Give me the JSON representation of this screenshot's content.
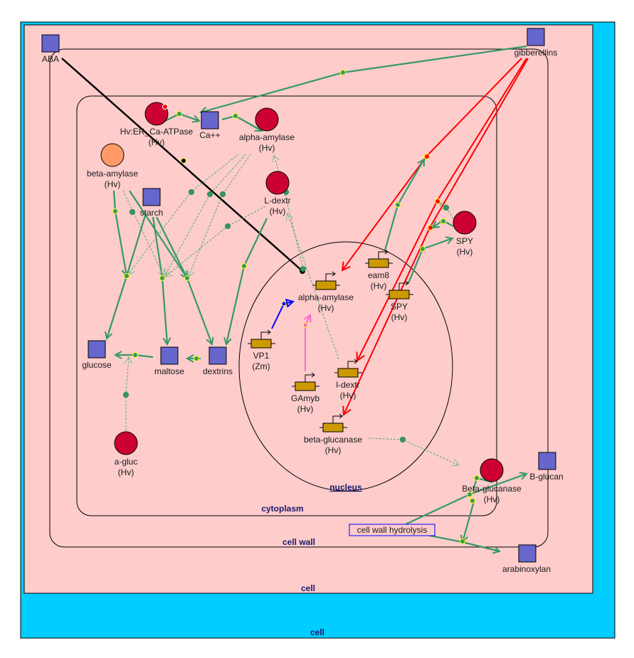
{
  "colors": {
    "outer_compartment": "#00ccff",
    "inner_compartment": "#ffcccc",
    "simple_molecule": "#6666cc",
    "protein": "#cc0033",
    "protein_beta_amylase": "#ff9966",
    "gene": "#cc9900",
    "reaction_green": "#339966",
    "inhibition_red": "#ff0000",
    "aba_link": "#000000",
    "vp1_link": "#0000ff",
    "gamyb_link": "#ff66cc",
    "compartment_label": "#1a1a6e",
    "phenotype_border": "#0000ff"
  },
  "compartments": {
    "outer_cell": "cell",
    "inner_cell": "cell",
    "cell_wall": "cell wall",
    "cytoplasm": "cytoplasm",
    "nucleus": "nucleus"
  },
  "molecules": {
    "aba": "ABA",
    "gibberellins": "gibberellins",
    "ca": "Ca++",
    "starch": "starch",
    "glucose": "glucose",
    "maltose": "maltose",
    "dextrins": "dextrins",
    "b_glucan": "B-glucan",
    "arabinoxylan": "arabinoxylan"
  },
  "proteins": {
    "er_ca_atpase": {
      "name": "Hv:ER_Ca-ATPase",
      "species": "(Hv)"
    },
    "alpha_amylase": {
      "name": "alpha-amylase",
      "species": "(Hv)"
    },
    "beta_amylase": {
      "name": "beta-amylase",
      "species": "(Hv)"
    },
    "l_dextr": {
      "name": "L-dextr",
      "species": "(Hv)"
    },
    "spy": {
      "name": "SPY",
      "species": "(Hv)"
    },
    "a_gluc": {
      "name": "a-gluc",
      "species": "(Hv)"
    },
    "beta_glucanase": {
      "name": "Beta-glucanase",
      "species": "(Hv)"
    }
  },
  "genes": {
    "alpha_amylase": {
      "name": "alpha-amylase",
      "species": "(Hv)"
    },
    "eam8": {
      "name": "eam8",
      "species": "(Hv)"
    },
    "spy": {
      "name": "SPY",
      "species": "(Hv)"
    },
    "vp1": {
      "name": "VP1",
      "species": "(Zm)"
    },
    "gamyb": {
      "name": "GAmyb",
      "species": "(Hv)"
    },
    "l_dextr": {
      "name": "l-dextr",
      "species": "(Hv)"
    },
    "beta_glucanase": {
      "name": "beta-glucanase",
      "species": "(Hv)"
    }
  },
  "phenotypes": {
    "cell_wall_hydrolysis": "cell wall hydrolysis"
  }
}
